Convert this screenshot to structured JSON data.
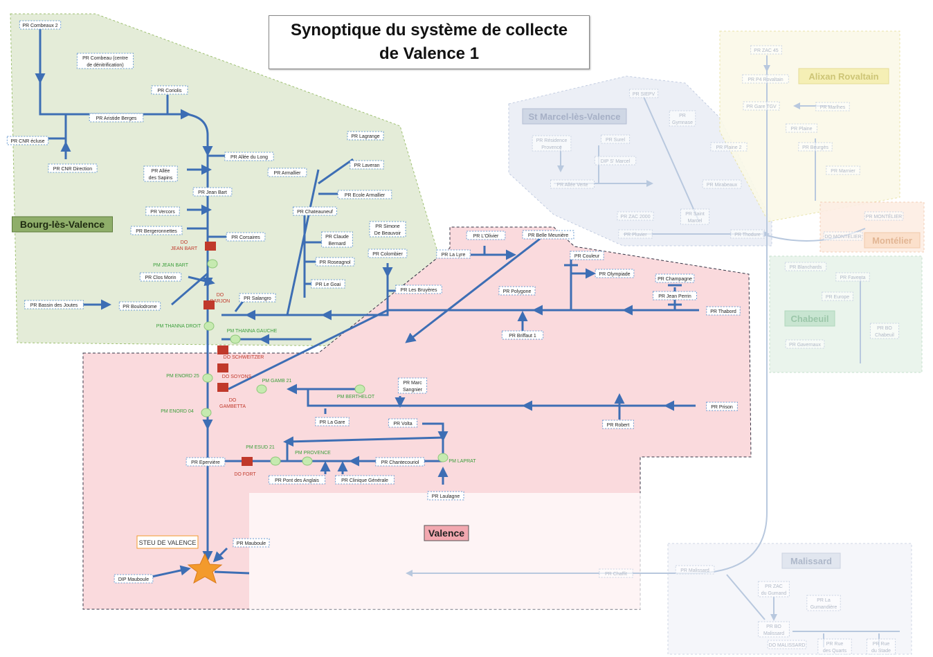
{
  "title": {
    "line1": "Synoptique du système de collecte",
    "line2": "de Valence 1"
  },
  "colors": {
    "pipe": "#3d6eb4",
    "do_block": "#c0392b",
    "pm_node": "#c6eab0",
    "pm_text": "#3a9e3a",
    "do_text": "#c0392b",
    "zone_bourg": "#e4ecd8",
    "zone_valence": "#fadadd",
    "star": "#f39a2c"
  },
  "zones": [
    {
      "key": "bourg",
      "label": "Bourg-lès-Valence"
    },
    {
      "key": "valence",
      "label": "Valence"
    },
    {
      "key": "stmarcel",
      "label": "St Marcel-lès-Valence"
    },
    {
      "key": "alixan",
      "label": "Alixan Rovaltain"
    },
    {
      "key": "montelier",
      "label": "Montélier"
    },
    {
      "key": "chabeuil",
      "label": "Chabeuil"
    },
    {
      "key": "malissard",
      "label": "Malissard"
    }
  ],
  "station": {
    "label": "STEU DE VALENCE",
    "icon": "star-icon"
  },
  "bourg_pr": [
    "PR Combeaux 2",
    "PR Combeau (centre de dénitrification)",
    "PR Coriolis",
    "PR Aristide Berges",
    "PR CNR écluse",
    "PR CNR Direction",
    "PR Allée du Long",
    "PR Allée des Sapins",
    "PR Jean Bart",
    "PR Vercors",
    "PR Bergeronnettes",
    "PR Corsaires",
    "PR Clos Morin",
    "PR Bassin des Joutes",
    "PR Boulodrome",
    "PR Salangro",
    "PR Lagrange",
    "PR Laveran",
    "PR Armallier",
    "PR Ecole Armallier",
    "PR Chateauneuf",
    "PR Claude Bernard",
    "PR Roseagnol",
    "PR Le Goai",
    "PR Simone De Beauvoir",
    "PR Colombier",
    "PR Les Bruyères"
  ],
  "valence_pr": [
    "PR L'Olivier",
    "PR Belle Meunière",
    "PR La Lyre",
    "PR Couleur",
    "PR Olympiade",
    "PR Champagne",
    "PR Polygone",
    "PR Jean Perrin",
    "PR Thabord",
    "PR Briffaut 1",
    "PR Marc Sangnier",
    "PR La Gare",
    "PR Volta",
    "PR Prison",
    "PR Robert",
    "PR Epervière",
    "PR Chantecouriol",
    "PR Pont des Anglais",
    "PR Clinique Générale",
    "PR Laulagne",
    "PR Mauboule",
    "DIP Mauboule"
  ],
  "pm": [
    "PM JEAN BART",
    "PM THANNA DROIT",
    "PM THANNA GAUCHE",
    "PM ENORD 25",
    "PM GAMB 21",
    "PM BERTHELOT",
    "PM ENORD 04",
    "PM ESUD 21",
    "PM PROVENCE",
    "PM LAPRAT"
  ],
  "do": [
    "DO JEAN BART",
    "DO BARJON",
    "DO SCHWEITZER",
    "DO SOYONS",
    "DO GAMBETTA",
    "DO FORT"
  ],
  "faded_pr": [
    "PR SIEPV",
    "PR Gymnase",
    "PR Résidence Provence",
    "PR Surel",
    "DIP S' Marcel",
    "PR Allée Verte",
    "PR Mirabeaux",
    "PR Plaine 2",
    "PR ZAC 2000",
    "PR Saint Marcel",
    "PR Pluvier",
    "PR Thodure",
    "PR ZAC 45",
    "PR P4 Rovaltain",
    "PR Gare TGV",
    "PR Marlhes",
    "PR Plaine",
    "PR Beurgès",
    "PR Marnier",
    "PR MONTÉLIER",
    "DO MONTÉLIER",
    "PR Blanchards",
    "PR Faventa",
    "PR Europe",
    "PR BO Chabeuil",
    "PR Gavernaux",
    "PR Chaffit",
    "PR Malissard",
    "PR ZAC du Gumand",
    "PR La Gumandière",
    "PR BO Malissard",
    "DO MALISSARD",
    "PR Rue des Quarts",
    "PR Rue du Stade"
  ]
}
